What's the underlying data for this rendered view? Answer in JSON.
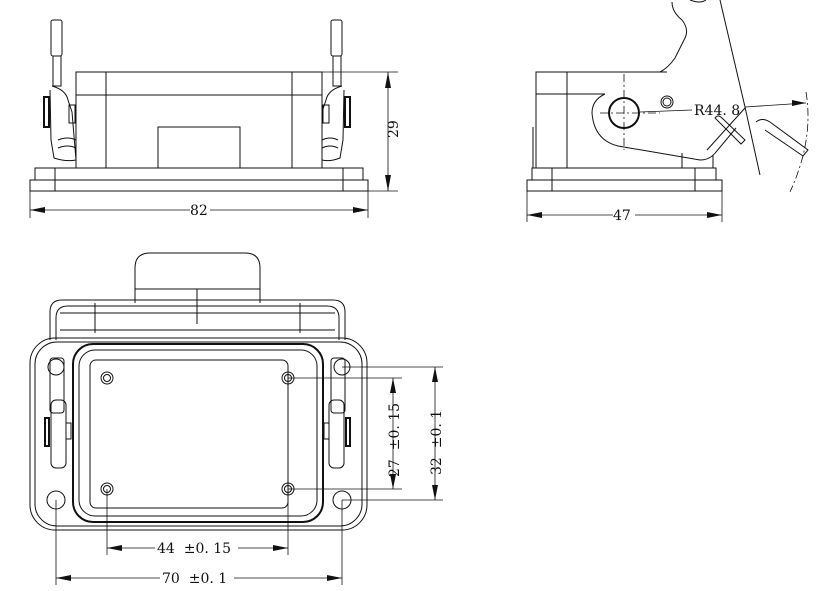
{
  "drawing": {
    "front_view": {
      "width_dim": "82",
      "height_dim": "29"
    },
    "side_view": {
      "width_dim": "47",
      "radius_dim": "R44. 8"
    },
    "bottom_view": {
      "screw_spacing_h": "44  ±0. 15",
      "mount_spacing_h": "70  ±0. 1",
      "screw_spacing_v": "27  ±0. 15",
      "mount_spacing_v": "32  ±0. 1"
    }
  }
}
